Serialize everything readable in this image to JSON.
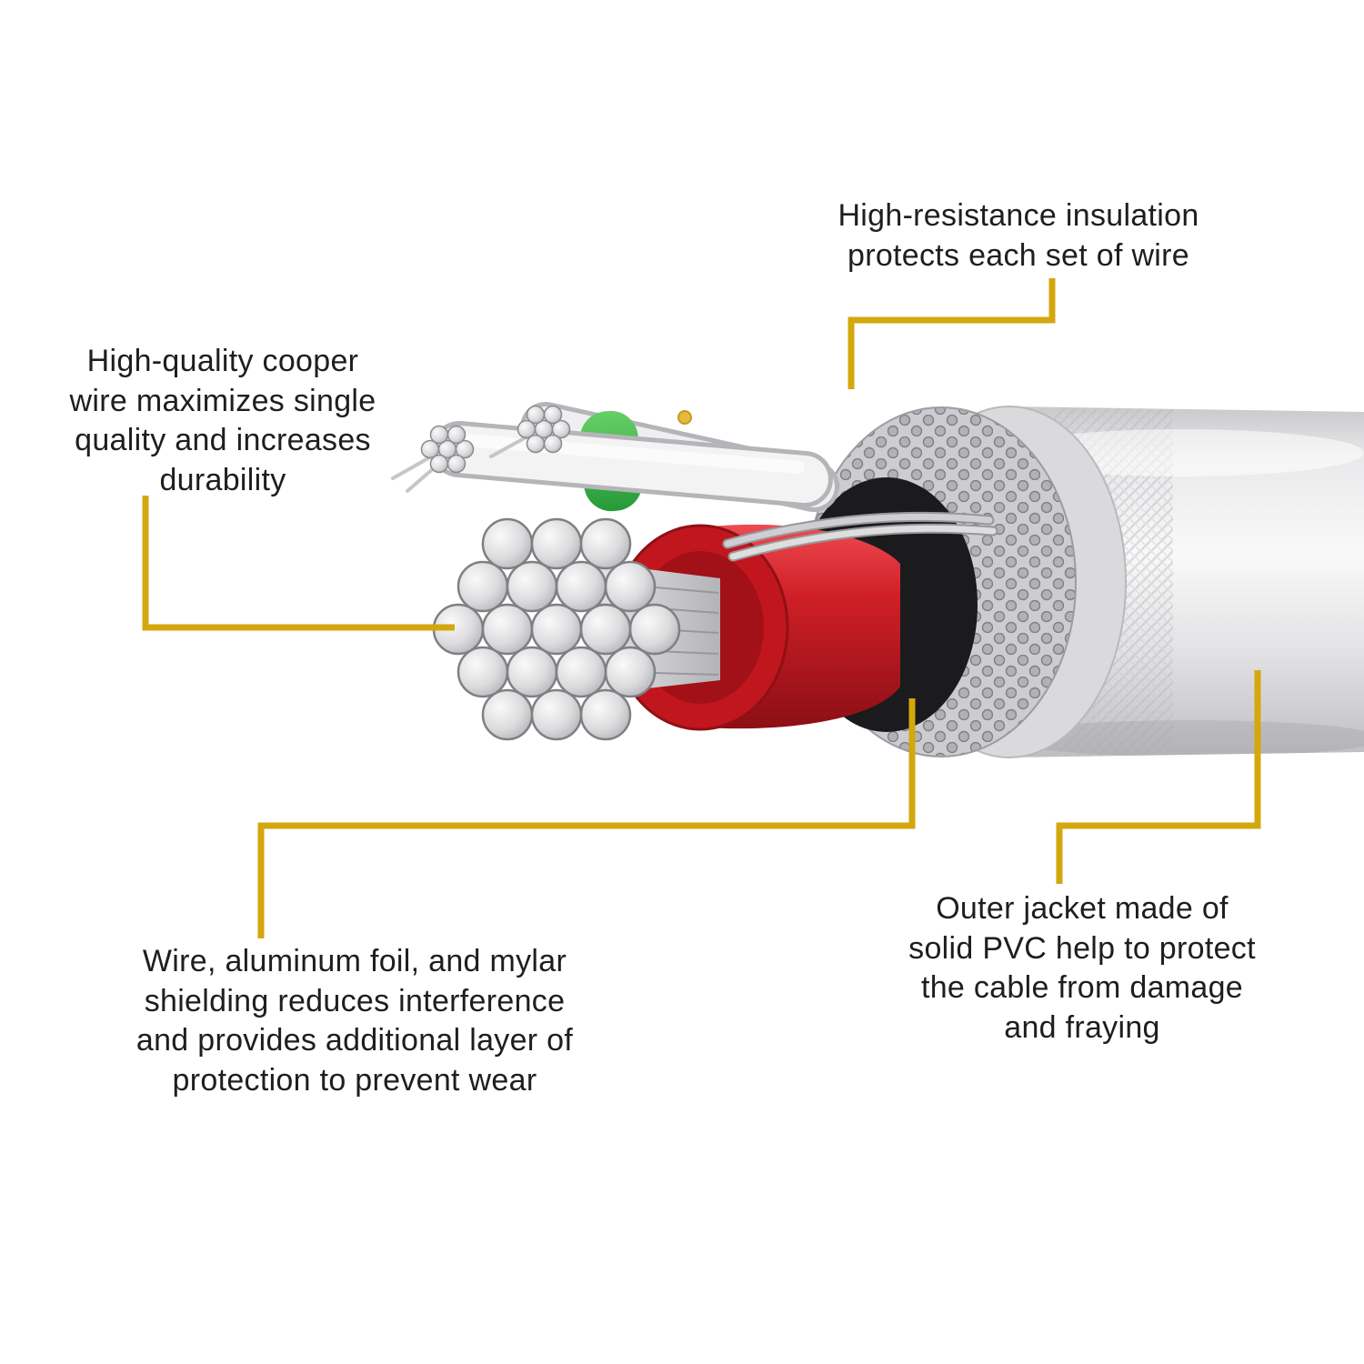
{
  "annotations": {
    "insulation": {
      "text": "High-resistance insulation\nprotects each set of wire"
    },
    "copper_wire": {
      "text": "High-quality cooper\nwire maximizes single\nquality and increases\ndurability"
    },
    "shielding": {
      "text": "Wire, aluminum foil, and mylar\nshielding reduces interference\nand provides additional layer of\nprotection to prevent wear"
    },
    "outer_jacket": {
      "text": "Outer jacket made of\nsolid PVC help to protect\nthe cable from damage\nand fraying"
    }
  },
  "colors": {
    "callout": "#d4a70e",
    "text": "#1e1e1e",
    "core_red": "#c2161e",
    "jacket_gray": "#dddddf",
    "accent_green": "#3cb44a"
  }
}
